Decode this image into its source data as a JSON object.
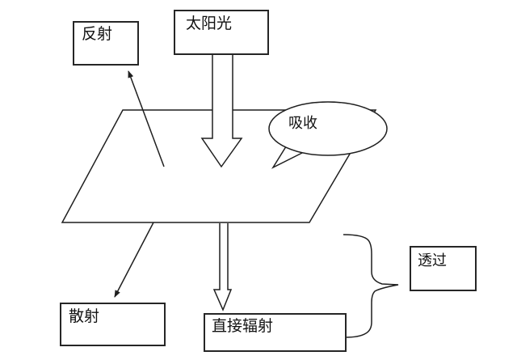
{
  "diagram": {
    "background_color": "#ffffff",
    "line_color": "#1f1f1f",
    "nodes": {
      "sunlight": "太阳光",
      "reflection": "反射",
      "absorption": "吸收",
      "scattering": "散射",
      "direct_radiation": "直接辐射",
      "transmission": "透过"
    }
  }
}
